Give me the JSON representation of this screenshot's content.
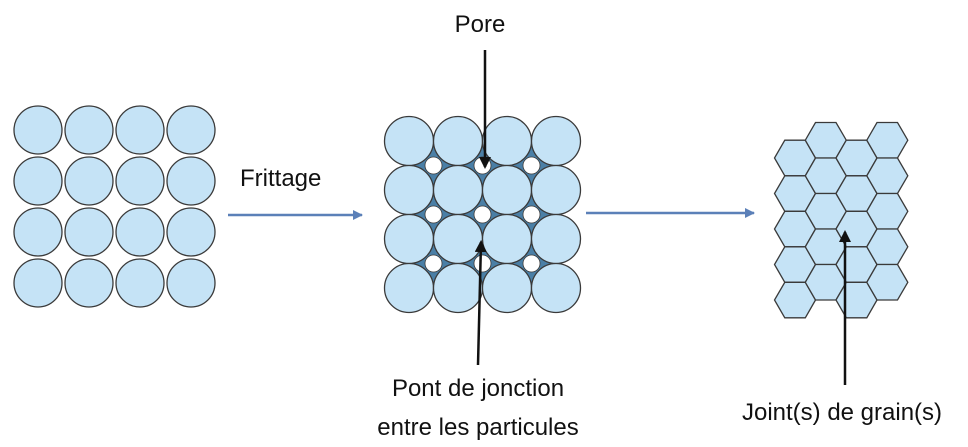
{
  "labels": {
    "frittage": "Frittage",
    "pore": "Pore",
    "pont_line1": "Pont de jonction",
    "pont_line2": "entre les particules",
    "joint": "Joint(s) de grain(s)"
  },
  "colors": {
    "particle_fill": "#c5e3f6",
    "particle_stroke": "#3a3a3a",
    "process_arrow": "#5b80b8",
    "pointer_arrow": "#111111",
    "background": "#ffffff"
  },
  "stages": [
    {
      "name": "poudre-initiale",
      "shape": "circles",
      "rows": 4,
      "cols": 4
    },
    {
      "name": "particules-frittees",
      "shape": "circles-with-pores",
      "rows": 4,
      "cols": 4
    },
    {
      "name": "grains-finaux",
      "shape": "hexagons",
      "rows": 5,
      "cols": 4
    }
  ]
}
